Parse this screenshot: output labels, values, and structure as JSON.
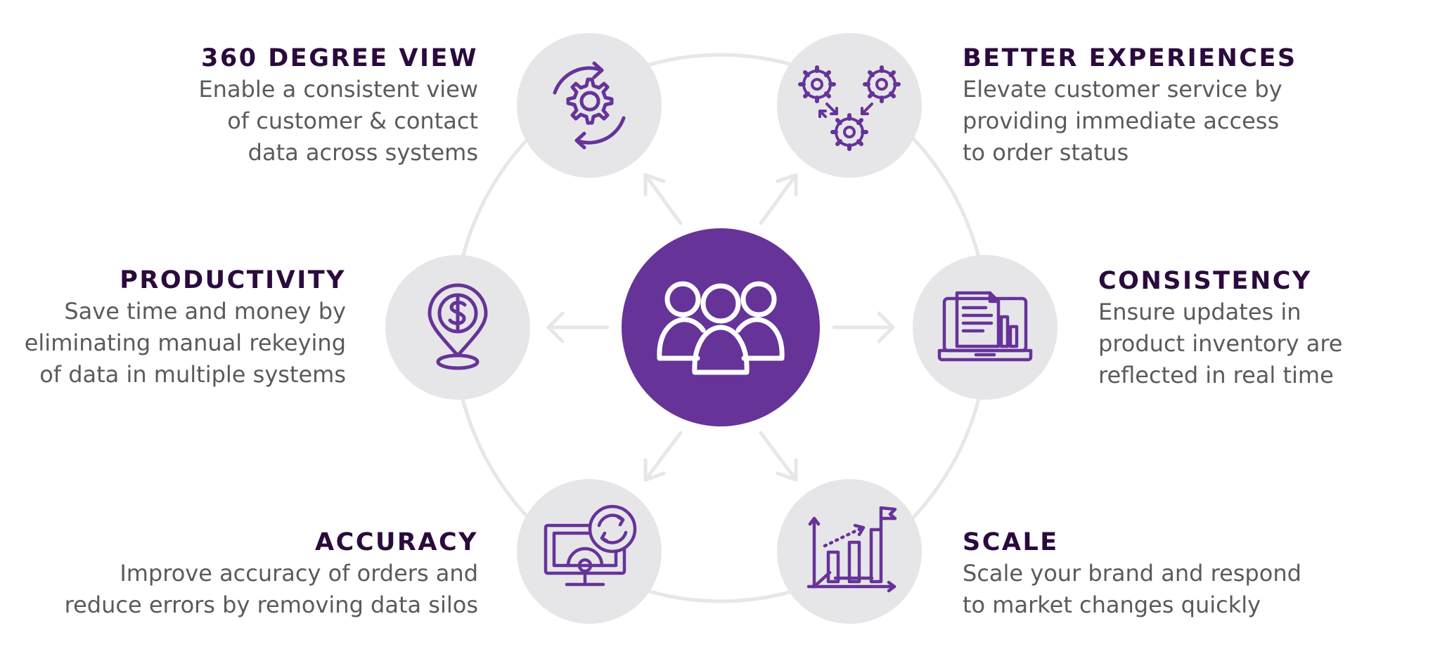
{
  "colors": {
    "accent": "#663399",
    "node_bg": "#e6e6e8",
    "ring": "#e7e7e9",
    "arrow": "#e7e7e9",
    "title": "#2b0a3d",
    "text": "#5a5a5a",
    "center_icon": "#ffffff"
  },
  "center": {
    "icon": "group-of-people-icon"
  },
  "features": [
    {
      "id": "360",
      "title": "360 DEGREE VIEW",
      "icon": "gear-refresh-icon",
      "lines": [
        "Enable a consistent view",
        "of customer & contact",
        "data across systems"
      ]
    },
    {
      "id": "experiences",
      "title": "BETTER EXPERIENCES",
      "icon": "connected-gears-icon",
      "lines": [
        "Elevate customer service by",
        "providing immediate access",
        "to order status"
      ]
    },
    {
      "id": "productivity",
      "title": "PRODUCTIVITY",
      "icon": "dollar-location-pin-icon",
      "lines": [
        "Save time and money by",
        "eliminating manual rekeying",
        "of data in multiple systems"
      ]
    },
    {
      "id": "consistency",
      "title": "CONSISTENCY",
      "icon": "laptop-document-icon",
      "lines": [
        "Ensure updates in",
        "product inventory are",
        "reflected in real time"
      ]
    },
    {
      "id": "accuracy",
      "title": "ACCURACY",
      "icon": "monitor-sync-icon",
      "lines": [
        "Improve accuracy of orders and",
        "reduce errors by removing data silos"
      ]
    },
    {
      "id": "scale",
      "title": "SCALE",
      "icon": "growth-chart-flag-icon",
      "lines": [
        "Scale your brand and respond",
        "to market changes quickly"
      ]
    }
  ]
}
